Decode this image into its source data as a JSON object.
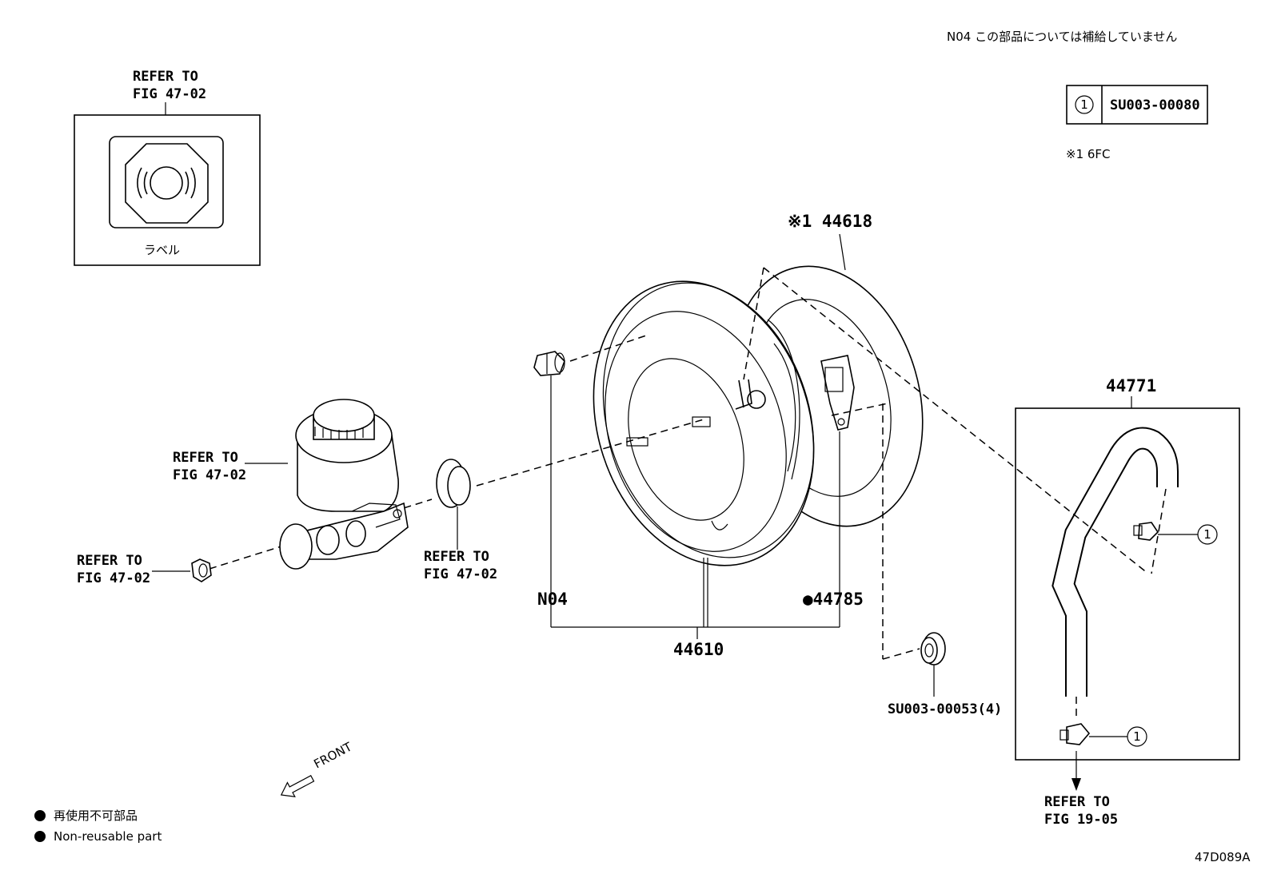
{
  "notes": {
    "n04_note": "N04 この部品については補給していません",
    "legend_ref_symbol": "①",
    "legend_ref_code": "SU003-00080",
    "footnote": "※1 6FC"
  },
  "label_box": {
    "refer_line1": "REFER TO",
    "refer_line2": "FIG 47-02",
    "caption": "ラベル"
  },
  "parts": {
    "p44618": "※1 44618",
    "p44771": "44771",
    "p44610": "44610",
    "n04": "N04",
    "p44785": "●44785",
    "su00053": "SU003-00053(4)",
    "ref_reservoir_1": "REFER TO",
    "ref_reservoir_2": "FIG 47-02",
    "ref_nut_1": "REFER TO",
    "ref_nut_2": "FIG 47-02",
    "ref_seal_1": "REFER TO",
    "ref_seal_2": "FIG 47-02",
    "ref_hose_1": "REFER TO",
    "ref_hose_2": "FIG 19-05",
    "clamp_ref_upper": "1",
    "clamp_ref_lower": "1"
  },
  "footer": {
    "front_label": "FRONT",
    "legend_jp": "再使用不可部品",
    "legend_en": "Non-reusable part",
    "diagram_id": "47D089A"
  }
}
